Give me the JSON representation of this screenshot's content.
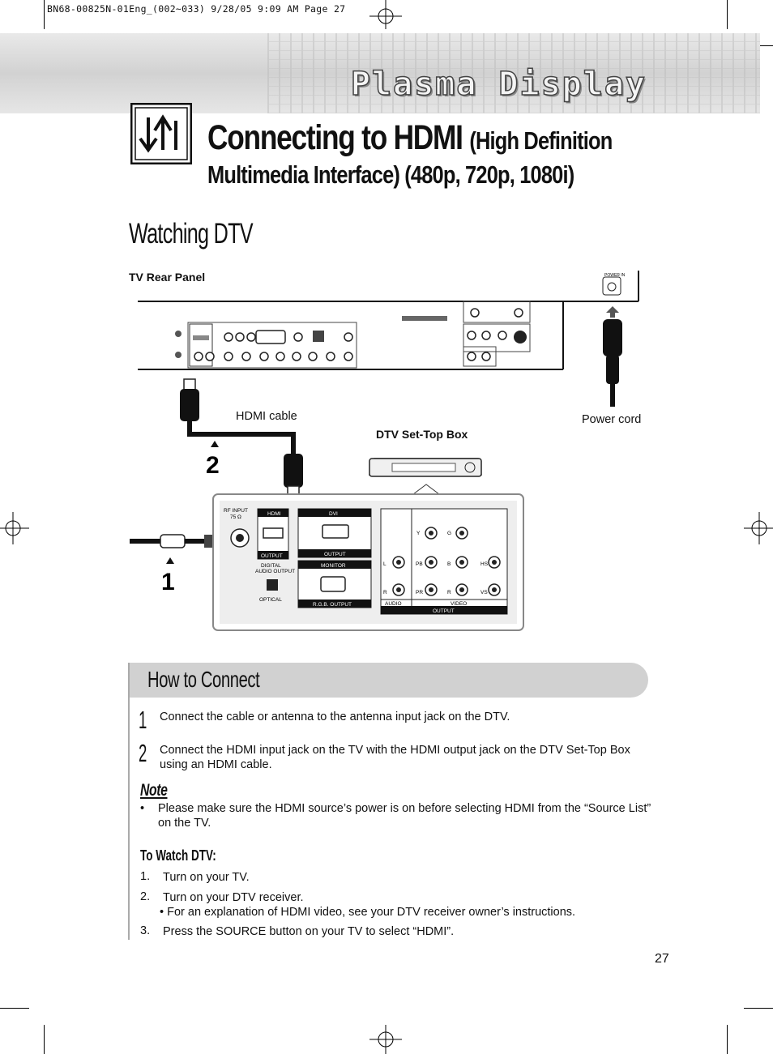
{
  "print_header": "BN68-00825N-01Eng_(002~033)  9/28/05  9:09 AM  Page 27",
  "banner": {
    "title": "Plasma Display"
  },
  "title": {
    "main": "Connecting to HDMI",
    "paren": "(High Definition",
    "line2": "Multimedia Interface) (480p, 720p, 1080i)"
  },
  "section_title": "Watching DTV",
  "diagram": {
    "rear_panel_label": "TV Rear Panel",
    "hdmi_cable_label": "HDMI cable",
    "power_cord_label": "Power cord",
    "stb_label": "DTV Set-Top Box",
    "step_marker_1": "1",
    "step_marker_2": "2",
    "stb_panel": {
      "rf_input": "RF INPUT",
      "rf_ohm": "75 Ω",
      "hdmi": "HDMI",
      "output": "OUTPUT",
      "dvi": "DVI",
      "dvi_output": "OUTPUT",
      "digital_audio": "DIGITAL",
      "digital_audio2": "AUDIO OUTPUT",
      "optical": "OPTICAL",
      "monitor": "MONITOR",
      "rgb_output": "R.G.B. OUTPUT",
      "audio": "AUDIO",
      "video": "VIDEO",
      "av_output": "OUTPUT",
      "y": "Y",
      "g": "G",
      "lch": "L",
      "pb": "PB",
      "b": "B",
      "hs": "HS",
      "rch": "R",
      "pr": "PR",
      "r": "R",
      "vs": "VS"
    },
    "tv_panel": {
      "power_in": "POWER IN"
    }
  },
  "how_to": {
    "title": "How to Connect",
    "steps": [
      {
        "num": "1",
        "text": "Connect the cable or antenna to the antenna input jack on the DTV."
      },
      {
        "num": "2",
        "text": "Connect the HDMI input jack on the TV with the HDMI output jack on the DTV Set-Top Box using an HDMI cable."
      }
    ],
    "note_title": "Note",
    "note_bullet": "•",
    "note_text": "Please make sure the HDMI source’s power is on before selecting HDMI from the “Source List” on the TV.",
    "watch_title": "To Watch DTV:",
    "watch_steps": [
      {
        "num": "1.",
        "text": "Turn on your TV."
      },
      {
        "num": "2.",
        "text": "Turn on your DTV receiver.",
        "sub": "• For an explanation of HDMI video, see your DTV receiver owner’s instructions."
      },
      {
        "num": "3.",
        "text": "Press the SOURCE button on your TV to select “HDMI”."
      }
    ]
  },
  "page_number": "27"
}
